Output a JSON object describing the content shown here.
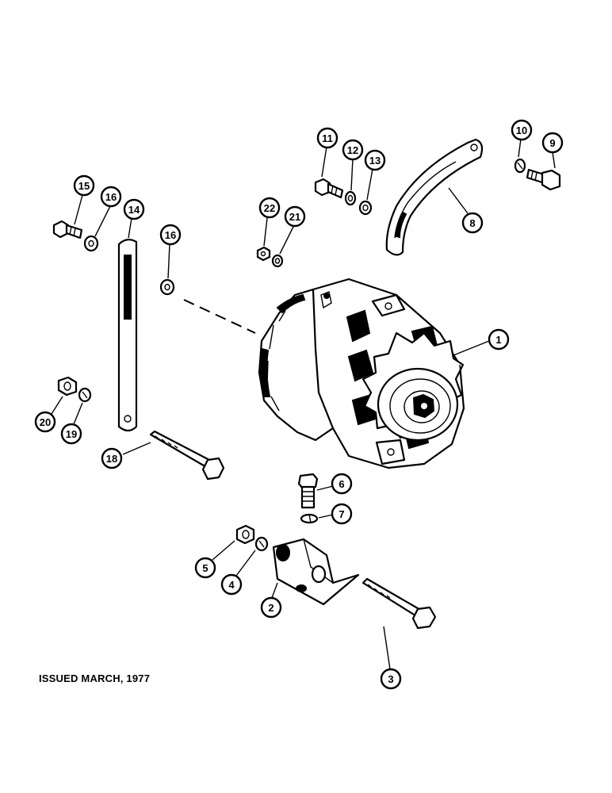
{
  "footer": {
    "issued_text": "ISSUED MARCH, 1977"
  },
  "callouts": {
    "c1": "1",
    "c2": "2",
    "c3": "3",
    "c4": "4",
    "c5": "5",
    "c6": "6",
    "c7": "7",
    "c8": "8",
    "c9": "9",
    "c10": "10",
    "c11": "11",
    "c12": "12",
    "c13": "13",
    "c14": "14",
    "c15": "15",
    "c16a": "16",
    "c16b": "16",
    "c18": "18",
    "c19": "19",
    "c20": "20",
    "c21": "21",
    "c22": "22"
  },
  "colors": {
    "ink": "#000000",
    "paper": "#ffffff"
  }
}
